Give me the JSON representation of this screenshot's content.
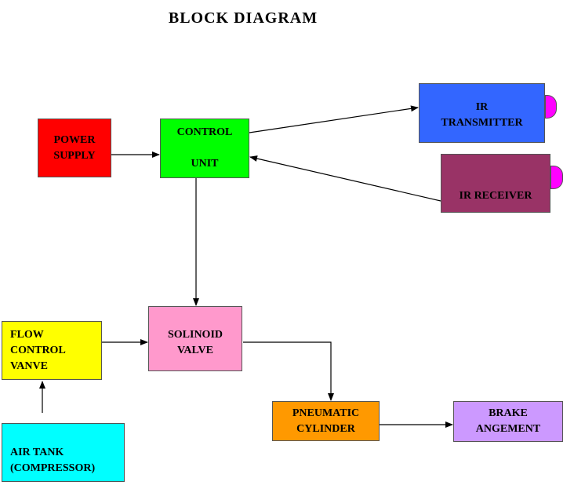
{
  "title": "BLOCK   DIAGRAM",
  "blocks": {
    "power_supply": {
      "lines": [
        "POWER",
        "SUPPLY"
      ],
      "color": "#ff0000"
    },
    "control_unit": {
      "lines": [
        "CONTROL",
        "",
        "UNIT"
      ],
      "color": "#00ff00"
    },
    "ir_transmitter": {
      "lines": [
        "IR",
        "TRANSMITTER"
      ],
      "color": "#3366ff"
    },
    "ir_receiver": {
      "lines": [
        "IR RECEIVER"
      ],
      "color": "#993366"
    },
    "flow_control": {
      "lines": [
        "FLOW",
        "CONTROL",
        "VANVE"
      ],
      "color": "#ffff00"
    },
    "solenoid_valve": {
      "lines": [
        "SOLINOID",
        "VALVE"
      ],
      "color": "#ff99cc"
    },
    "air_tank": {
      "lines": [
        "AIR TANK",
        "(COMPRESSOR)"
      ],
      "color": "#00ffff"
    },
    "pneumatic_cylinder": {
      "lines": [
        "PNEUMATIC",
        "CYLINDER"
      ],
      "color": "#ff9900"
    },
    "brake": {
      "lines": [
        "BRAKE",
        "ANGEMENT"
      ],
      "color": "#cc99ff"
    }
  },
  "lens_color": "#ff00ff"
}
